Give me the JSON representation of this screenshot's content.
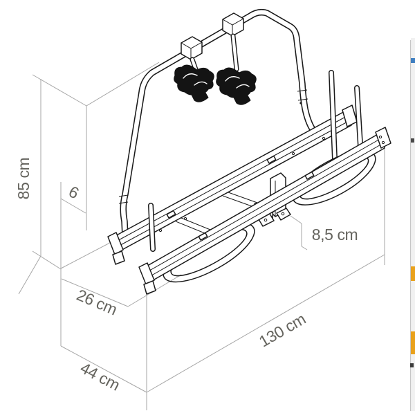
{
  "diagram": {
    "title": "Caravan bike carrier dimensional line drawing",
    "labels": {
      "height": "85 cm",
      "frame_offset": "6",
      "ground_clearance": "8,5 cm",
      "rail_spacing": "26 cm",
      "length": "130 cm",
      "depth": "44 cm"
    },
    "colors": {
      "drawing_line": "#1a1a1a",
      "dimension_line": "#a6a6a6",
      "label_text": "#65645e",
      "background": "#ffffff"
    }
  },
  "right_edge": {
    "divider_color": "#c6c6c6",
    "fragments": [
      {
        "name": "blue",
        "color": "#3f7fc1"
      },
      {
        "name": "dark-upper",
        "color": "#4a4a4a"
      },
      {
        "name": "orange-upper",
        "color": "#e9a11b"
      },
      {
        "name": "orange-lower",
        "color": "#e9a11b"
      },
      {
        "name": "dark-lower",
        "color": "#3a3a3a"
      }
    ]
  }
}
